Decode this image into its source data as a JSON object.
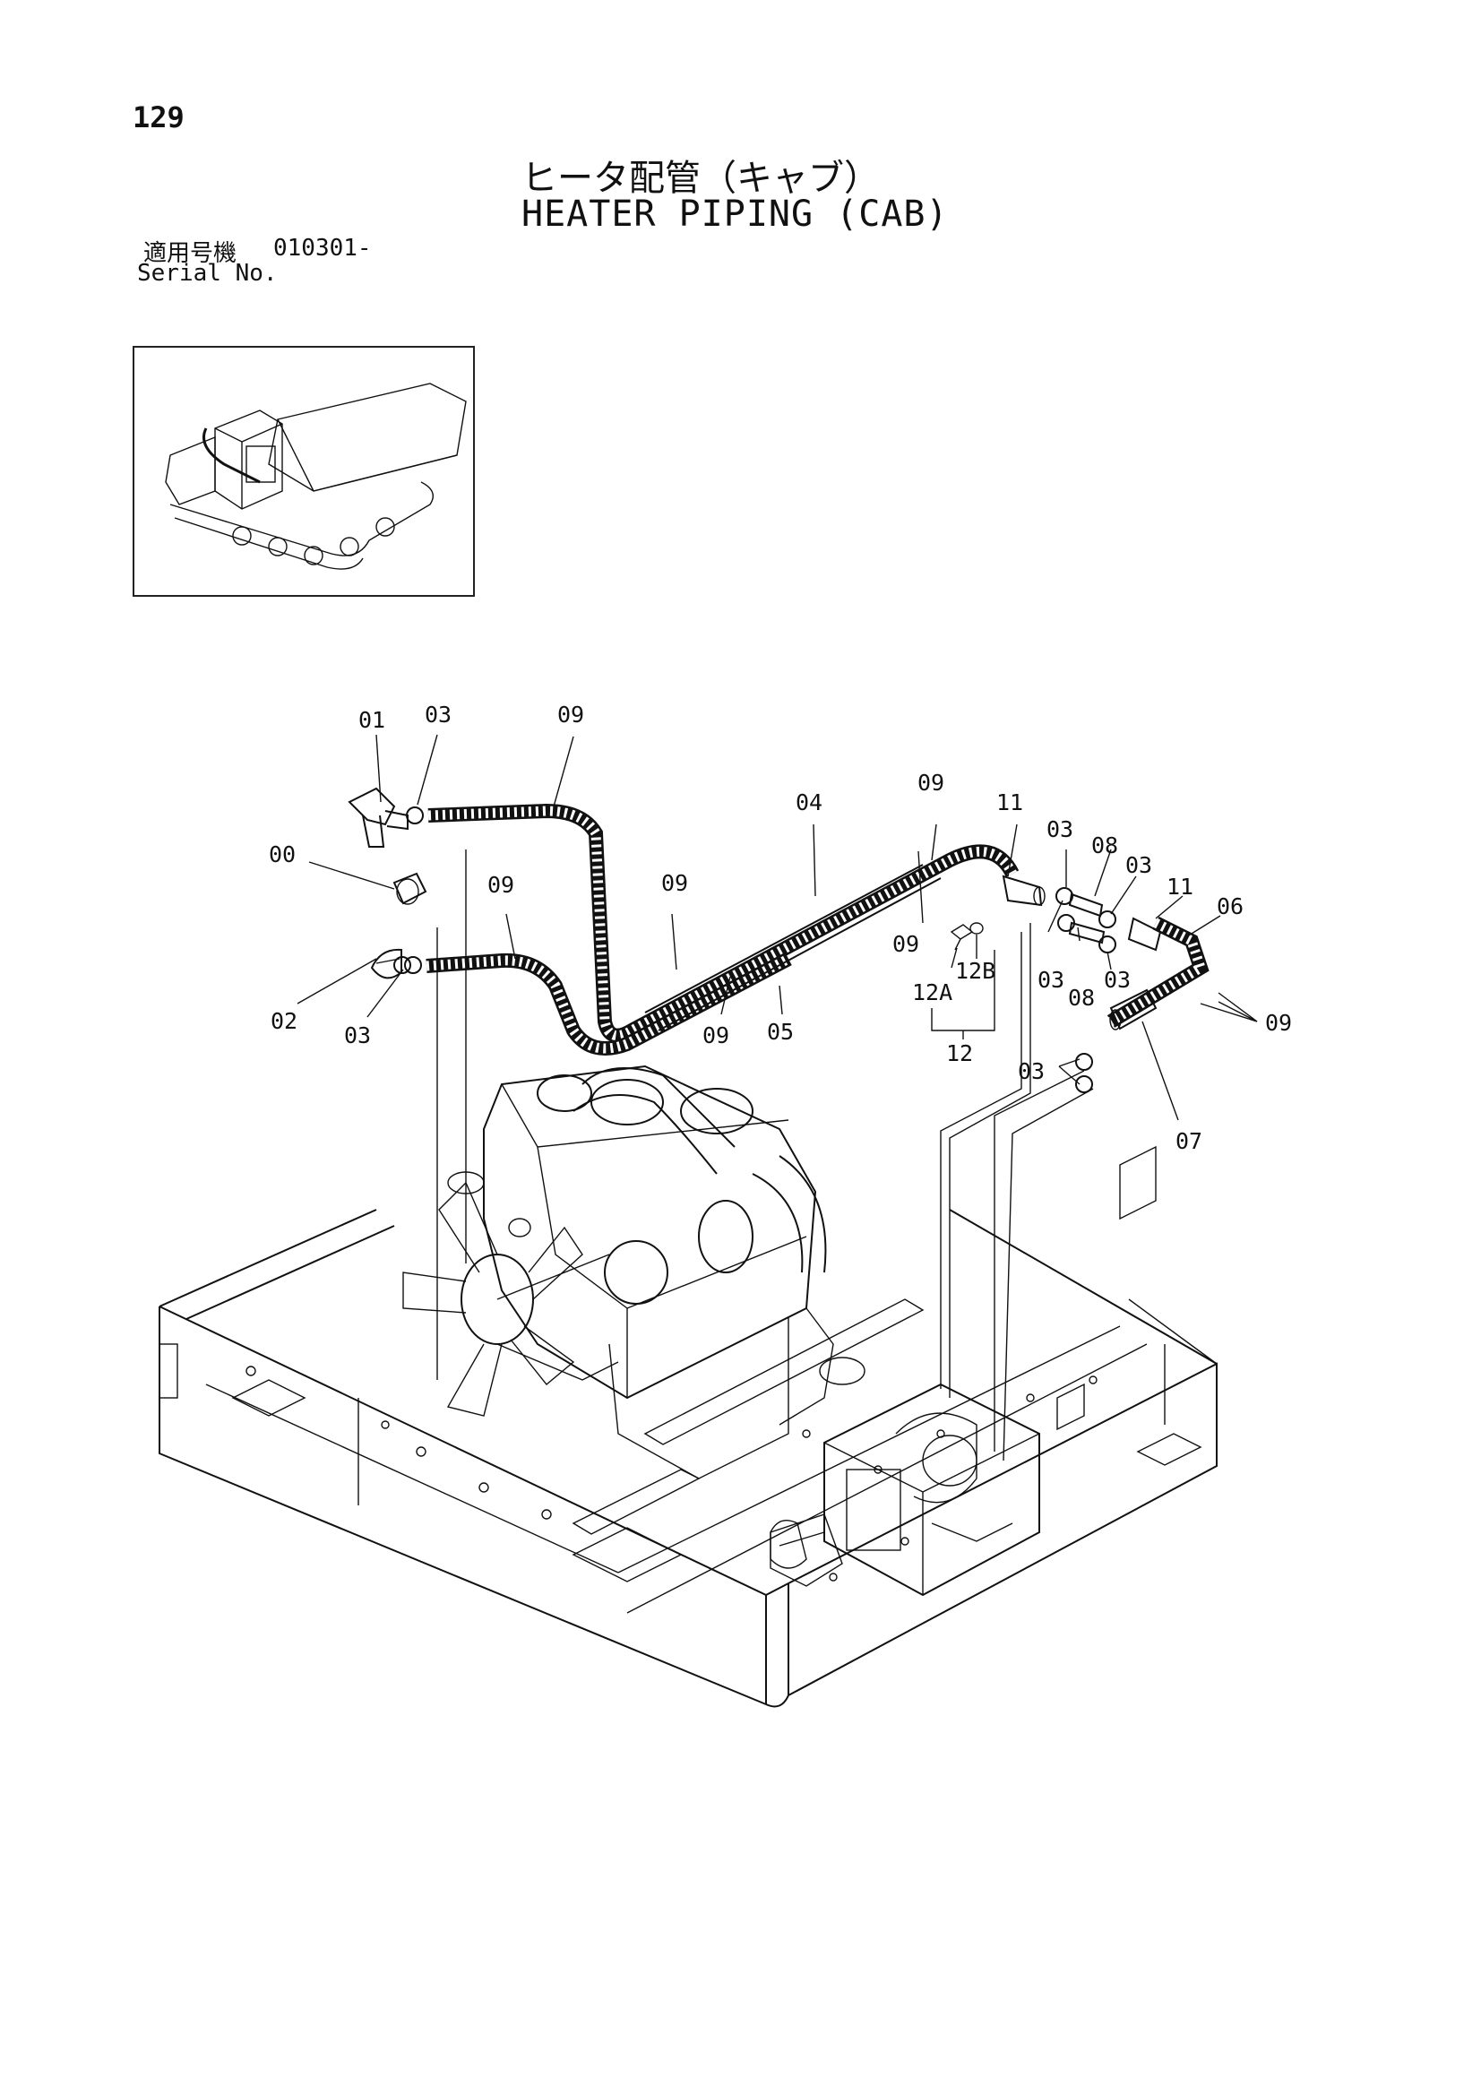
{
  "page": {
    "number": "129",
    "title_ja": "ヒータ配管（キャブ）",
    "title_en": "HEATER PIPING (CAB)",
    "serial_label_ja": "適用号機",
    "serial_code": "010301-",
    "serial_label_en": "Serial No."
  },
  "callouts": {
    "c00": "00",
    "c01": "01",
    "c02": "02",
    "c03a": "03",
    "c03b": "03",
    "c03c": "03",
    "c03d": "03",
    "c03e": "03",
    "c03f": "03",
    "c04": "04",
    "c05": "05",
    "c06": "06",
    "c07": "07",
    "c08a": "08",
    "c08b": "08",
    "c09a": "09",
    "c09b": "09",
    "c09c": "09",
    "c09d": "09",
    "c09e": "09",
    "c09f": "09",
    "c09g": "09",
    "c11a": "11",
    "c11b": "11",
    "c12": "12",
    "c12a": "12A",
    "c12b": "12B"
  }
}
